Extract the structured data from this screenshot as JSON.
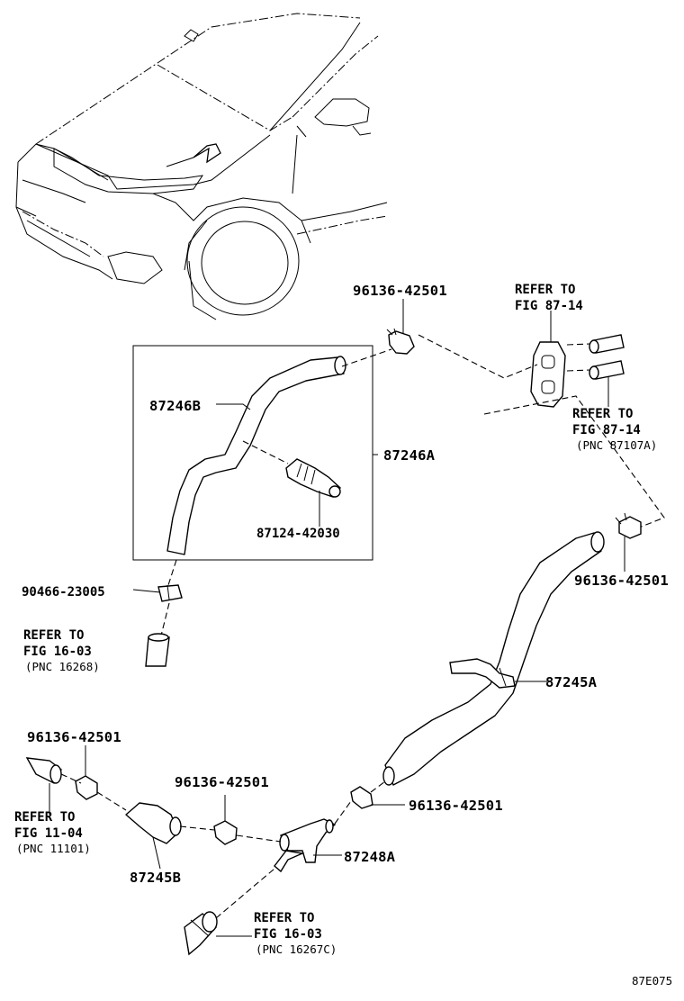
{
  "diagram_code": "87E075",
  "labels": {
    "part_87246B": "87246B",
    "part_87246A": "87246A",
    "part_87124_42030": "87124-42030",
    "part_90466_23005": "90466-23005",
    "part_87245A": "87245A",
    "part_87245B": "87245B",
    "part_87248A": "87248A",
    "clamp_top": "96136-42501",
    "clamp_right": "96136-42501",
    "clamp_left": "96136-42501",
    "clamp_mid_left": "96136-42501",
    "clamp_mid_right": "96136-42501"
  },
  "references": {
    "ref_top_right_1": {
      "line1": "REFER TO",
      "line2": "FIG 87-14"
    },
    "ref_top_right_2": {
      "line1": "REFER TO",
      "line2": "FIG 87-14",
      "line3": "(PNC 87107A)"
    },
    "ref_left_mid": {
      "line1": "REFER TO",
      "line2": "FIG 16-03",
      "line3": "(PNC 16268)"
    },
    "ref_left_low": {
      "line1": "REFER TO",
      "line2": "FIG 11-04",
      "line3": "(PNC 11101)"
    },
    "ref_bottom": {
      "line1": "REFER TO",
      "line2": "FIG 16-03",
      "line3": "(PNC 16267C)"
    }
  }
}
